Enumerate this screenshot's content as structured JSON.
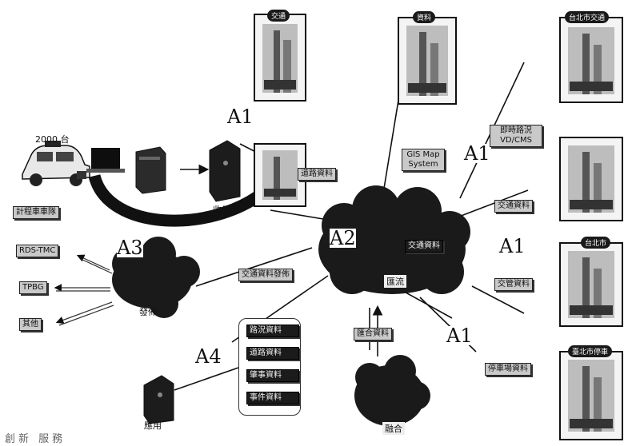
{
  "callouts": {
    "a1_top": "A1",
    "a1_right_top": "A1",
    "a1_right_mid": "A1",
    "a1_bottom": "A1",
    "a2": "A2",
    "a3": "A3",
    "a4": "A4"
  },
  "left": {
    "taxi_count": "2000 台",
    "taxi_label": "計程車車隊",
    "collect_label": "收集",
    "distribute_label": "發佈"
  },
  "distribution_targets": [
    "RDS-TMC",
    "TPBG",
    "其他"
  ],
  "center": {
    "gis_box": "GIS Map System",
    "traffic_data_box": "道路資料",
    "cloud_box": "交通資料",
    "cloud_label": "匯流",
    "gate_label": "匯合資料",
    "fusion_label": "融合"
  },
  "right_tags": {
    "vd_cms": "即時路況 VD/CMS",
    "traffic_info": "交通資料",
    "traffic_mgmt": "交管資料",
    "parking": "停車場資料"
  },
  "a3_box": "交通資料發佈",
  "buildings": [
    "交通",
    "資料",
    "台北市交通",
    "",
    "台北市",
    "臺北市停車"
  ],
  "stack": [
    "路況資料",
    "道路資料",
    "肇事資料",
    "事件資料"
  ],
  "app_label": "應用",
  "footer": "創新 服務"
}
